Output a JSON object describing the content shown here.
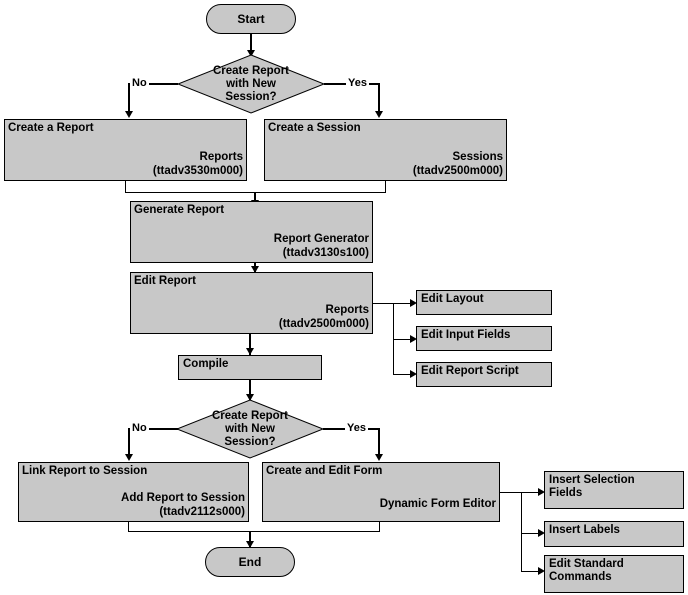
{
  "diagram": {
    "title": "Report creation flowchart",
    "colors": {
      "shape_fill": "#c8c8c8",
      "shape_stroke": "#000000",
      "background": "#ffffff",
      "text": "#000000"
    },
    "terminators": {
      "start": "Start",
      "end": "End"
    },
    "decisions": [
      {
        "id": "decision-1",
        "line1": "Create Report",
        "line2": "with New",
        "line3": "Session?",
        "no_label": "No",
        "yes_label": "Yes"
      },
      {
        "id": "decision-2",
        "line1": "Create Report",
        "line2": "with New",
        "line3": "Session?",
        "no_label": "No",
        "yes_label": "Yes"
      }
    ],
    "processes": [
      {
        "id": "create-a-report",
        "title": "Create a Report",
        "session": "Reports",
        "code": "(ttadv3530m000)"
      },
      {
        "id": "create-a-session",
        "title": "Create a Session",
        "session": "Sessions",
        "code": "(ttadv2500m000)"
      },
      {
        "id": "generate-report",
        "title": "Generate Report",
        "session": "Report Generator",
        "code": "(ttadv3130s100)"
      },
      {
        "id": "edit-report",
        "title": "Edit Report",
        "session": "Reports",
        "code": "(ttadv2500m000)"
      },
      {
        "id": "link-report-to-session",
        "title": "Link Report to Session",
        "session": "Add Report to Session",
        "code": "(ttadv2112s000)"
      },
      {
        "id": "create-and-edit-form",
        "title": "Create and Edit Form",
        "session": "Dynamic Form Editor",
        "code": ""
      }
    ],
    "compile": {
      "label": "Compile"
    },
    "edit_report_branches": [
      {
        "id": "edit-layout",
        "label": "Edit Layout"
      },
      {
        "id": "edit-input-fields",
        "label": "Edit Input Fields"
      },
      {
        "id": "edit-report-script",
        "label": "Edit Report Script"
      }
    ],
    "form_editor_branches": [
      {
        "id": "insert-selection-fields",
        "line1": "Insert Selection",
        "line2": "Fields"
      },
      {
        "id": "insert-labels",
        "line1": "Insert Labels",
        "line2": ""
      },
      {
        "id": "edit-standard-commands",
        "line1": "Edit Standard",
        "line2": "Commands"
      }
    ]
  }
}
